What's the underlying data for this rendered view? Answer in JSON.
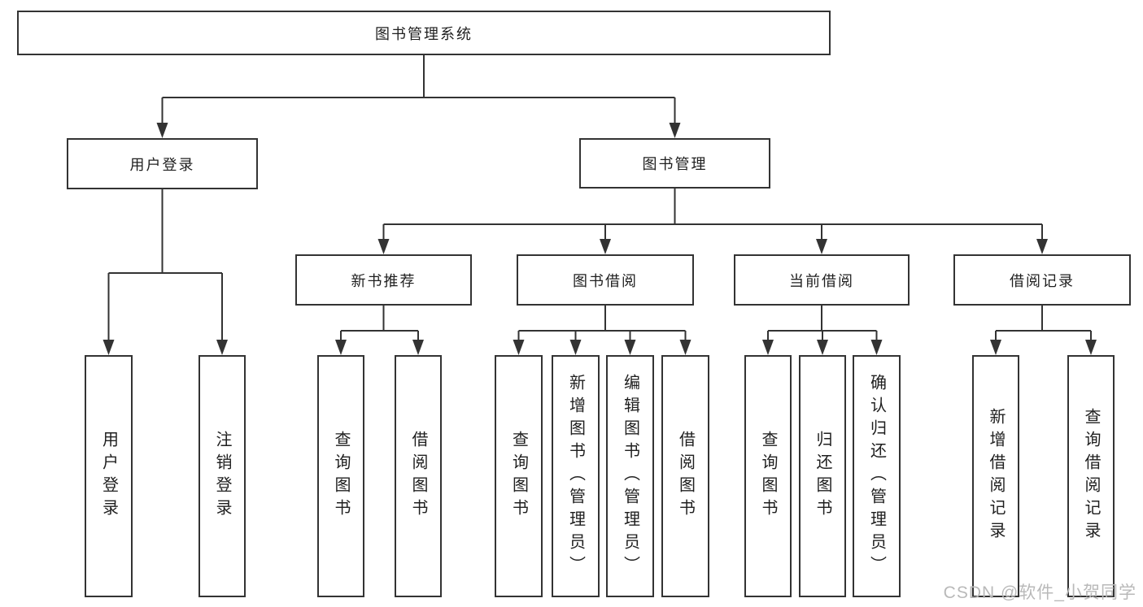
{
  "diagram": {
    "tree": {
      "label": "图书管理系统",
      "children": [
        {
          "label": "用户登录",
          "children": [
            {
              "label": "用户登录"
            },
            {
              "label": "注销登录"
            }
          ]
        },
        {
          "label": "图书管理",
          "children": [
            {
              "label": "新书推荐",
              "children": [
                {
                  "label": "查询图书"
                },
                {
                  "label": "借阅图书"
                }
              ]
            },
            {
              "label": "图书借阅",
              "children": [
                {
                  "label": "查询图书"
                },
                {
                  "label": "新增图书（管理员）"
                },
                {
                  "label": "编辑图书（管理员）"
                },
                {
                  "label": "借阅图书"
                }
              ]
            },
            {
              "label": "当前借阅",
              "children": [
                {
                  "label": "查询图书"
                },
                {
                  "label": "归还图书"
                },
                {
                  "label": "确认归还（管理员）"
                }
              ]
            },
            {
              "label": "借阅记录",
              "children": [
                {
                  "label": "新增借阅记录"
                },
                {
                  "label": "查询借阅记录"
                }
              ]
            }
          ]
        }
      ]
    },
    "colors": {
      "line": "#333333",
      "box_border": "#333333",
      "box_background": "#ffffff",
      "text": "#1f1f1f"
    }
  },
  "watermark": {
    "text": "CSDN @软件_小贺同学",
    "color": "#b9b9b9"
  }
}
